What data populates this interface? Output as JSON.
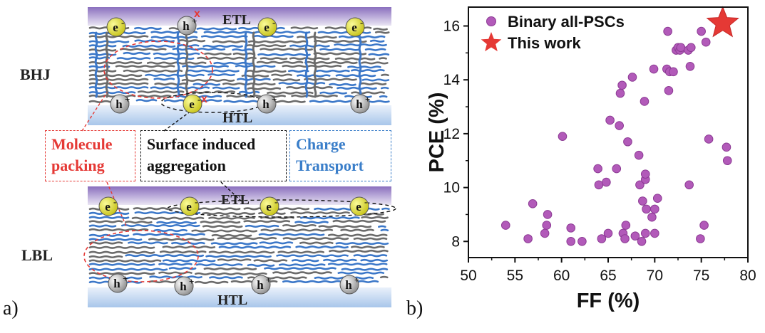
{
  "panel_a": {
    "label": "a)",
    "bhj_label": "BHJ",
    "lbl_label": "LBL",
    "etl_label": "ETL",
    "htl_label": "HTL",
    "electron": "e",
    "hole": "h",
    "charge_minus": "-",
    "charge_plus": "+",
    "block_mark": "x",
    "boxes": {
      "molecule_line1": "Molecule",
      "molecule_line2": "packing",
      "surface_line1": "Surface induced",
      "surface_line2": "aggregation",
      "charge_line1": "Charge",
      "charge_line2": "Transport"
    },
    "colors": {
      "molecule": "#e53935",
      "surface": "#111111",
      "charge": "#3a7ec9",
      "etl_top": "#8a6fbe",
      "htl_bottom": "#a8c6ea",
      "polymer_blue": "#3b77c8",
      "polymer_gray": "#6b6b6b",
      "electron_fill": "#e2e22a"
    }
  },
  "panel_b": {
    "label": "b)"
  },
  "chart_data": {
    "type": "scatter",
    "xlabel": "FF (%)",
    "ylabel": "PCE (%)",
    "xlim": [
      50,
      80
    ],
    "ylim": [
      7.4,
      16.7
    ],
    "xticks": [
      "50",
      "55",
      "60",
      "65",
      "70",
      "75",
      "80"
    ],
    "yticks": [
      "8",
      "10",
      "12",
      "14",
      "16"
    ],
    "legend_position": "top-left",
    "series": [
      {
        "name": "Binary all-PSCs",
        "marker": "circle",
        "color": "#b25ab9",
        "points": [
          [
            54.0,
            8.6
          ],
          [
            56.4,
            8.1
          ],
          [
            56.9,
            9.4
          ],
          [
            58.2,
            8.3
          ],
          [
            58.4,
            8.6
          ],
          [
            58.5,
            9.0
          ],
          [
            60.1,
            11.9
          ],
          [
            61.0,
            8.0
          ],
          [
            61.0,
            8.5
          ],
          [
            62.2,
            8.0
          ],
          [
            63.9,
            10.7
          ],
          [
            64.0,
            10.1
          ],
          [
            64.3,
            8.1
          ],
          [
            64.8,
            10.2
          ],
          [
            65.0,
            8.3
          ],
          [
            65.2,
            12.5
          ],
          [
            65.9,
            10.7
          ],
          [
            66.2,
            12.3
          ],
          [
            66.3,
            13.5
          ],
          [
            66.5,
            13.8
          ],
          [
            66.6,
            8.3
          ],
          [
            66.8,
            8.1
          ],
          [
            66.9,
            8.6
          ],
          [
            67.1,
            11.7
          ],
          [
            67.6,
            14.1
          ],
          [
            67.9,
            8.2
          ],
          [
            68.3,
            11.2
          ],
          [
            68.4,
            10.1
          ],
          [
            68.6,
            8.0
          ],
          [
            68.7,
            9.5
          ],
          [
            68.9,
            13.2
          ],
          [
            69.0,
            10.3
          ],
          [
            69.0,
            10.5
          ],
          [
            69.1,
            9.2
          ],
          [
            69.0,
            8.3
          ],
          [
            69.7,
            8.9
          ],
          [
            69.9,
            14.4
          ],
          [
            70.0,
            9.2
          ],
          [
            70.0,
            8.3
          ],
          [
            70.3,
            9.6
          ],
          [
            71.3,
            14.4
          ],
          [
            71.4,
            15.8
          ],
          [
            71.5,
            13.6
          ],
          [
            71.6,
            14.3
          ],
          [
            72.0,
            14.3
          ],
          [
            72.3,
            15.1
          ],
          [
            72.5,
            15.2
          ],
          [
            72.7,
            15.1
          ],
          [
            72.8,
            15.2
          ],
          [
            73.6,
            15.1
          ],
          [
            73.7,
            10.1
          ],
          [
            73.8,
            14.5
          ],
          [
            73.9,
            15.2
          ],
          [
            74.9,
            8.1
          ],
          [
            75.0,
            15.8
          ],
          [
            75.3,
            8.6
          ],
          [
            75.5,
            15.4
          ],
          [
            75.8,
            11.8
          ],
          [
            77.7,
            11.5
          ],
          [
            77.8,
            11.0
          ]
        ]
      },
      {
        "name": "This work",
        "marker": "star",
        "color": "#e53935",
        "points": [
          [
            77.3,
            16.1
          ]
        ]
      }
    ]
  }
}
